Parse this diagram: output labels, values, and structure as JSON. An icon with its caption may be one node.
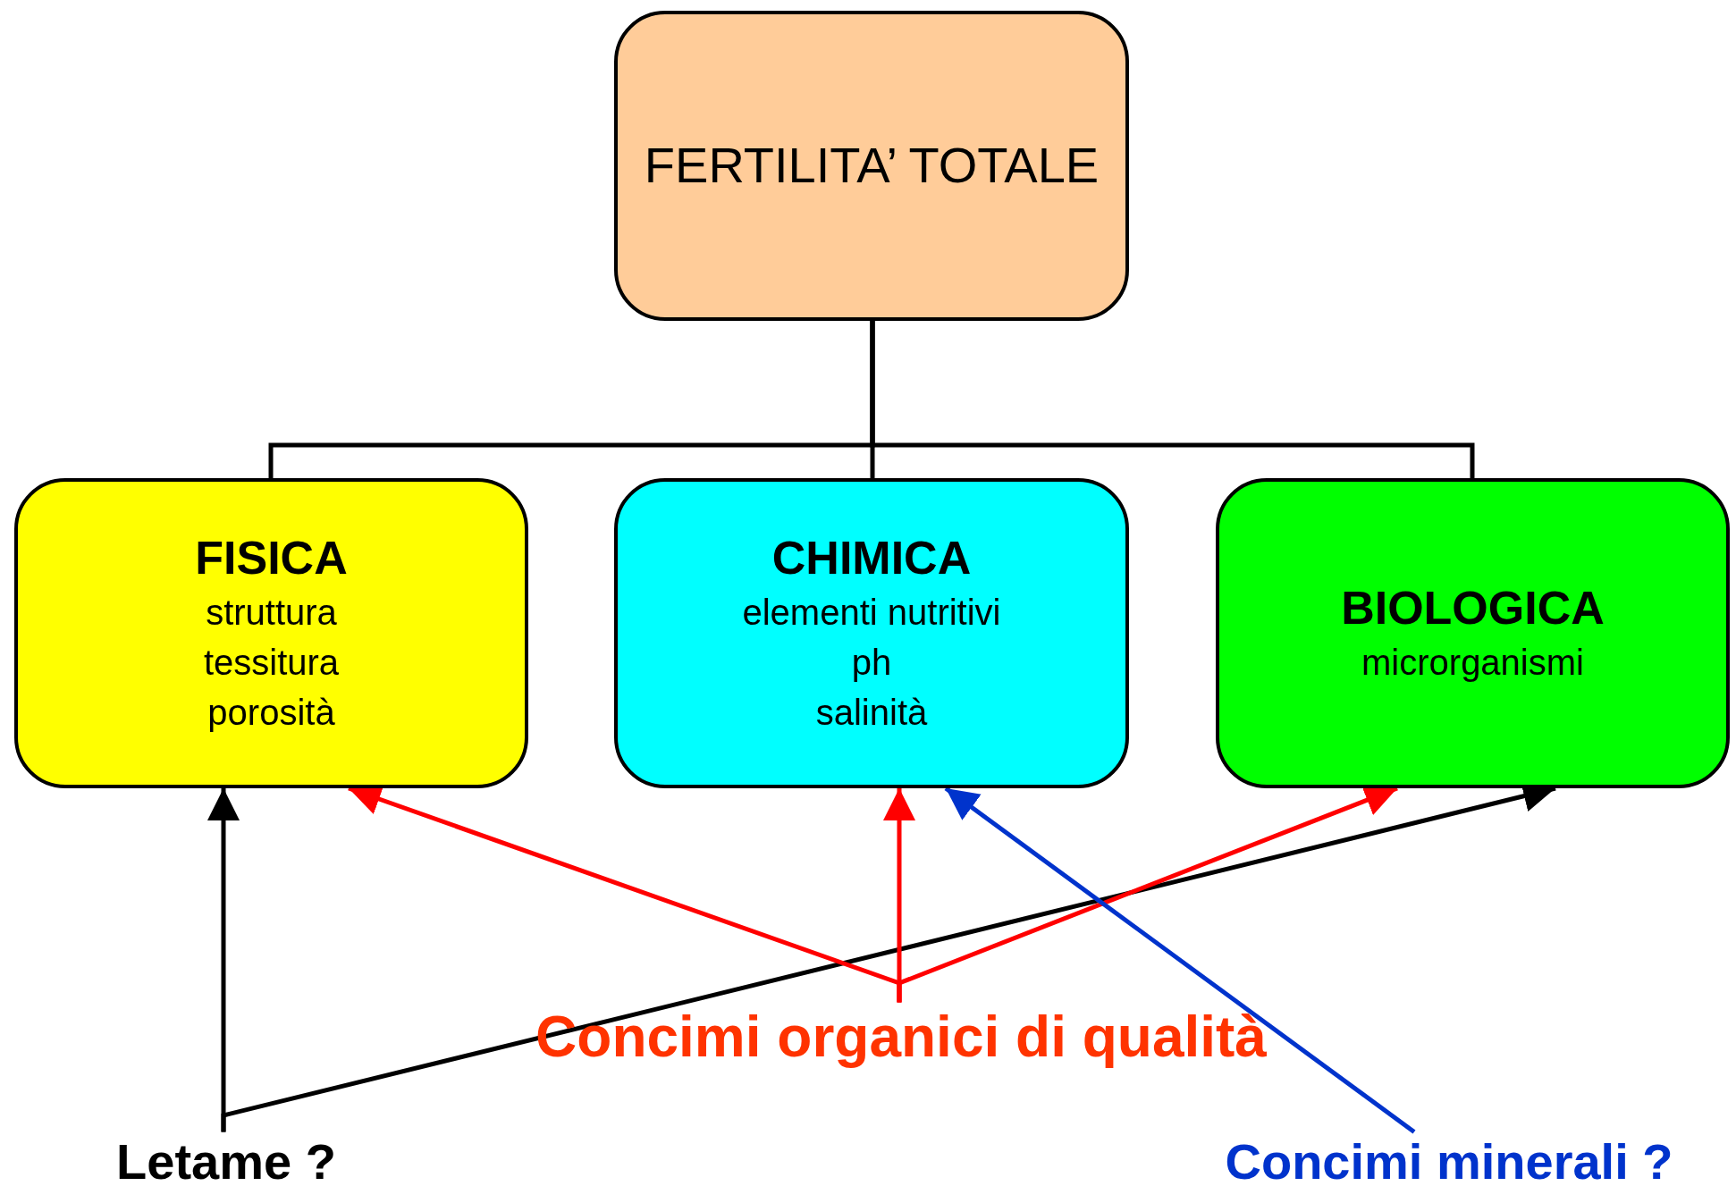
{
  "diagram": {
    "nodes": [
      {
        "text": [
          "FERTILITA’ TOTALE"
        ]
      },
      {
        "text": [
          "FISICA",
          "struttura",
          "tessitura",
          "porosità"
        ]
      },
      {
        "text": [
          "CHIMICA",
          "elementi nutritivi",
          "ph",
          "salinità"
        ]
      },
      {
        "text": [
          "BIOLOGICA",
          "microrganismi"
        ]
      },
      {
        "text": [
          "Letame ?"
        ]
      },
      {
        "text": [
          "Concimi organici di qualità"
        ]
      },
      {
        "text": [
          "Concimi minerali ?"
        ]
      }
    ],
    "edges": [
      {
        "from": 0,
        "to": 1,
        "arrow": "none"
      },
      {
        "from": 0,
        "to": 2,
        "arrow": "none"
      },
      {
        "from": 0,
        "to": 3,
        "arrow": "none"
      },
      {
        "from": 4,
        "to": 1,
        "arrow": "to"
      },
      {
        "from": 4,
        "to": 3,
        "arrow": "to"
      },
      {
        "from": 5,
        "to": 1,
        "arrow": "to",
        "color": "#ff0000"
      },
      {
        "from": 5,
        "to": 2,
        "arrow": "to",
        "color": "#ff0000"
      },
      {
        "from": 5,
        "to": 3,
        "arrow": "to",
        "color": "#ff0000"
      },
      {
        "from": 6,
        "to": 2,
        "arrow": "to",
        "color": "#0033cc"
      }
    ]
  }
}
